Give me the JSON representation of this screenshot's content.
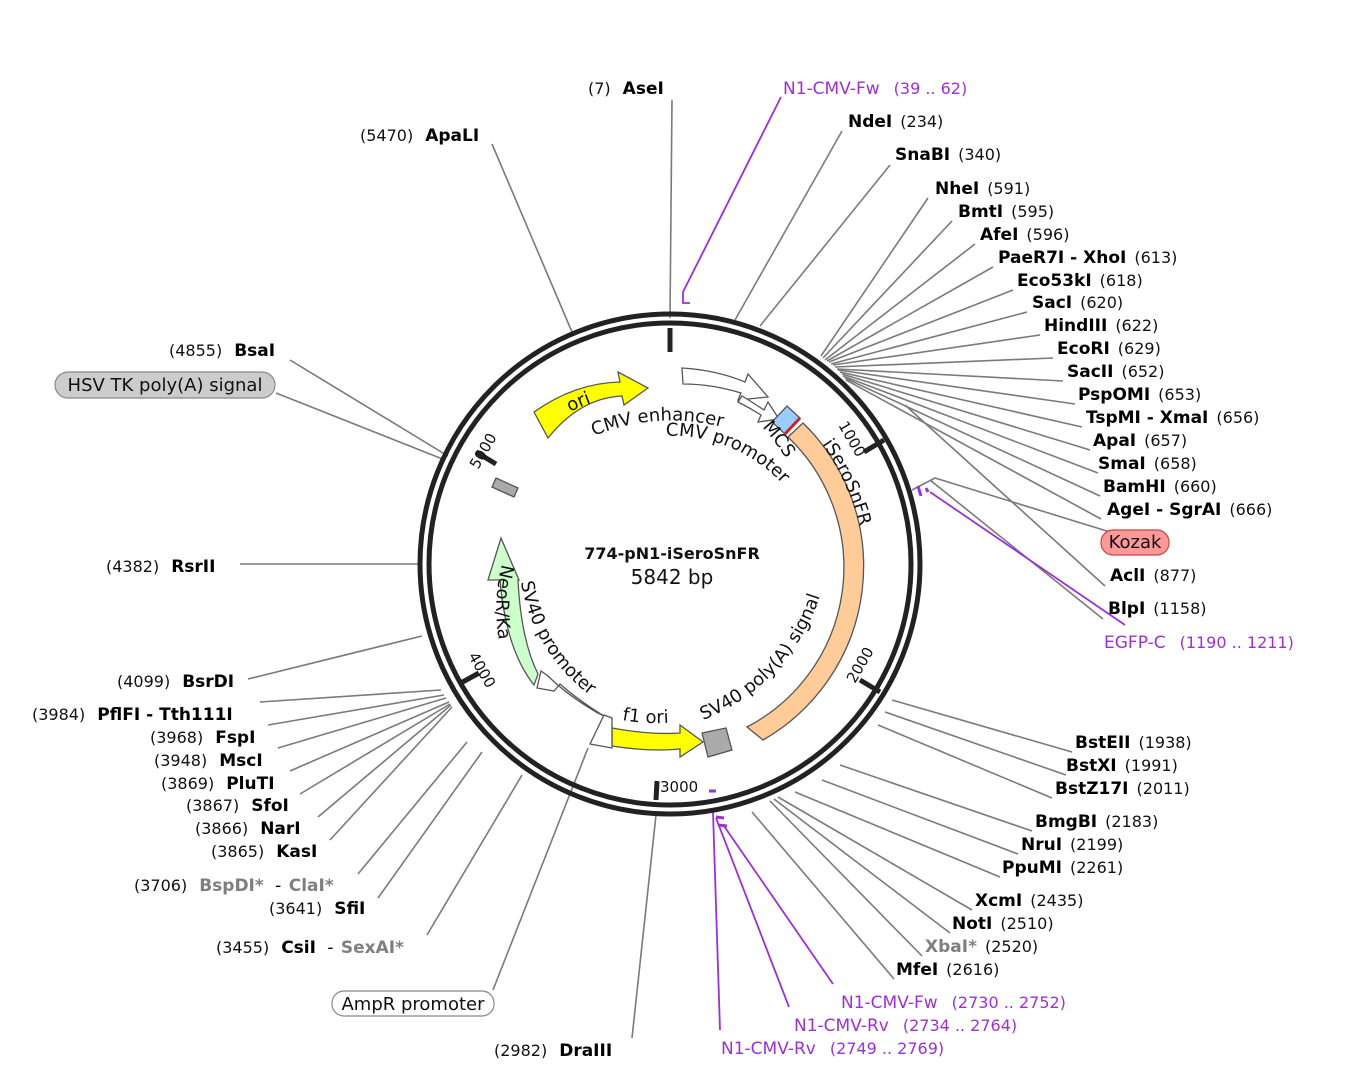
{
  "map": {
    "name": "774-pN1-iSeroSnFR",
    "size_label": "5842 bp"
  },
  "ticks": [
    "1000",
    "2000",
    "3000",
    "4000",
    "5000"
  ],
  "sites": [
    {
      "name": "AseI",
      "pos": "(7)"
    },
    {
      "name": "ApaLI",
      "pos": "(5470)"
    },
    {
      "name": "NdeI",
      "pos": "(234)"
    },
    {
      "name": "SnaBI",
      "pos": "(340)"
    },
    {
      "name": "NheI",
      "pos": "(591)"
    },
    {
      "name": "BmtI",
      "pos": "(595)"
    },
    {
      "name": "AfeI",
      "pos": "(596)"
    },
    {
      "name": "PaeR7I - XhoI",
      "pos": "(613)"
    },
    {
      "name": "Eco53kI",
      "pos": "(618)"
    },
    {
      "name": "SacI",
      "pos": "(620)"
    },
    {
      "name": "HindIII",
      "pos": "(622)"
    },
    {
      "name": "EcoRI",
      "pos": "(629)"
    },
    {
      "name": "SacII",
      "pos": "(652)"
    },
    {
      "name": "PspOMI",
      "pos": "(653)"
    },
    {
      "name": "TspMI - XmaI",
      "pos": "(656)"
    },
    {
      "name": "ApaI",
      "pos": "(657)"
    },
    {
      "name": "SmaI",
      "pos": "(658)"
    },
    {
      "name": "BamHI",
      "pos": "(660)"
    },
    {
      "name": "AgeI - SgrAI",
      "pos": "(666)"
    },
    {
      "name": "AclI",
      "pos": "(877)"
    },
    {
      "name": "BlpI",
      "pos": "(1158)"
    },
    {
      "name": "BstEII",
      "pos": "(1938)"
    },
    {
      "name": "BstXI",
      "pos": "(1991)"
    },
    {
      "name": "BstZ17I",
      "pos": "(2011)"
    },
    {
      "name": "BmgBI",
      "pos": "(2183)"
    },
    {
      "name": "NruI",
      "pos": "(2199)"
    },
    {
      "name": "PpuMI",
      "pos": "(2261)"
    },
    {
      "name": "XcmI",
      "pos": "(2435)"
    },
    {
      "name": "NotI",
      "pos": "(2510)"
    },
    {
      "name": "XbaI*",
      "pos": "(2520)"
    },
    {
      "name": "MfeI",
      "pos": "(2616)"
    },
    {
      "name": "DraIII",
      "pos": "(2982)"
    },
    {
      "name": "CsiI",
      "pos": "(3455)",
      "extra": "SexAI*"
    },
    {
      "name": "SfiI",
      "pos": "(3641)"
    },
    {
      "name": "BspDI*",
      "pos": "(3706)",
      "extra": "ClaI*"
    },
    {
      "name": "KasI",
      "pos": "(3865)"
    },
    {
      "name": "NarI",
      "pos": "(3866)"
    },
    {
      "name": "SfoI",
      "pos": "(3867)"
    },
    {
      "name": "PluTI",
      "pos": "(3869)"
    },
    {
      "name": "MscI",
      "pos": "(3948)"
    },
    {
      "name": "FspI",
      "pos": "(3968)"
    },
    {
      "name": "PflFI - Tth111I",
      "pos": "(3984)"
    },
    {
      "name": "BsrDI",
      "pos": "(4099)"
    },
    {
      "name": "RsrII",
      "pos": "(4382)"
    },
    {
      "name": "BsaI",
      "pos": "(4855)"
    }
  ],
  "primers": [
    {
      "name": "N1-CMV-Fw",
      "range": "(39 .. 62)"
    },
    {
      "name": "EGFP-C",
      "range": "(1190 .. 1211)"
    },
    {
      "name": "N1-CMV-Fw",
      "range": "(2730 .. 2752)"
    },
    {
      "name": "N1-CMV-Rv",
      "range": "(2734 .. 2764)"
    },
    {
      "name": "N1-CMV-Rv",
      "range": "(2749 .. 2769)"
    }
  ],
  "features": {
    "ori": "ori",
    "cmv_enhancer": "CMV enhancer",
    "cmv_promoter": "CMV promoter",
    "mcs": "MCS",
    "iserosnfr": "iSeroSnFR",
    "sv40_polya": "SV40 poly(A) signal",
    "f1_ori": "f1 ori",
    "sv40_promoter": "SV40 promoter",
    "neor": "NeoR/KanR",
    "hsv_tk": "HSV TK poly(A) signal",
    "kozak": "Kozak",
    "ampr_promoter": "AmpR promoter"
  },
  "colors": {
    "ori": "#ffff00",
    "iserosnfr": "#ffcc99",
    "neor": "#ccffcc",
    "mcs": "#99ccff",
    "kozak": "#ff9999",
    "primer": "#9b30d9",
    "grey_box": "#cccccc"
  }
}
